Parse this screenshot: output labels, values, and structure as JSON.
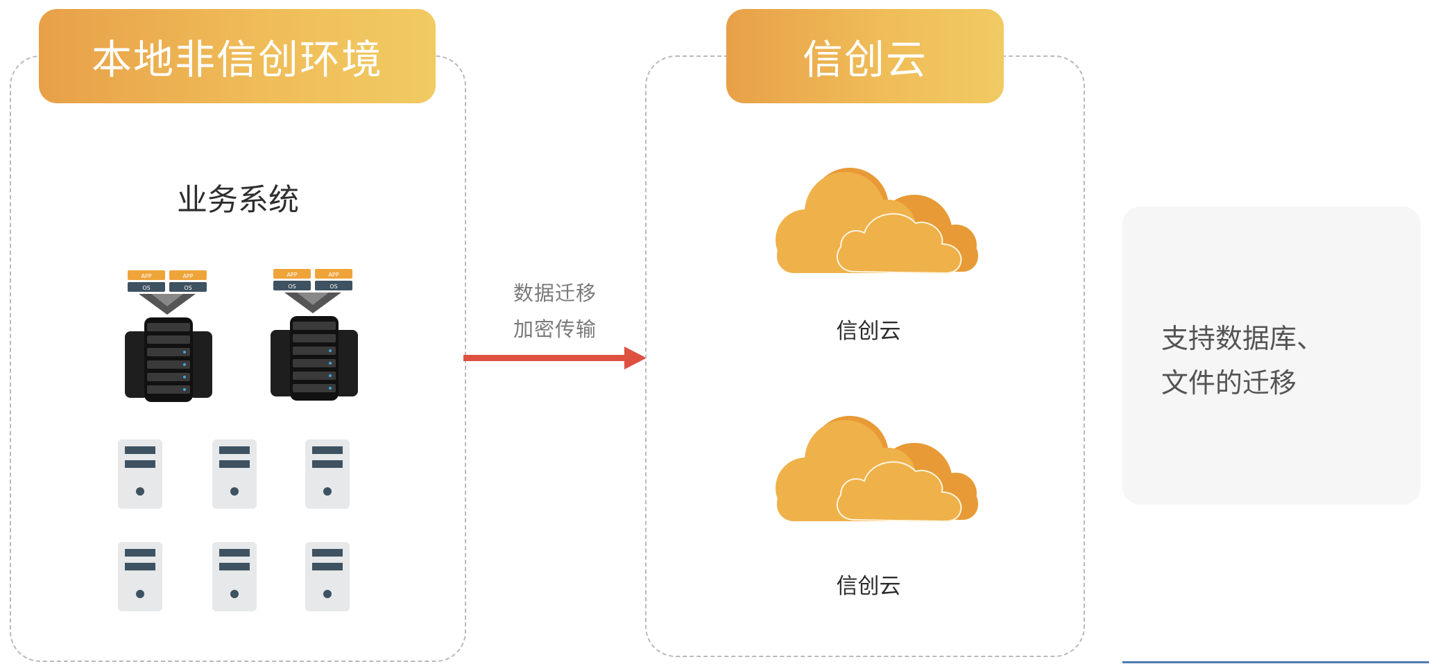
{
  "left_panel": {
    "title": "本地非信创环境",
    "subtitle": "业务系统",
    "rack_app_label": "APP",
    "rack_os_label": "OS"
  },
  "transfer": {
    "line1": "数据迁移",
    "line2": "加密传输"
  },
  "right_panel": {
    "title": "信创云",
    "clouds": [
      {
        "label": "信创云"
      },
      {
        "label": "信创云"
      }
    ]
  },
  "note": {
    "line1": "支持数据库、",
    "line2": "文件的迁移"
  },
  "colors": {
    "tag_gradient_start": "#e8a048",
    "tag_gradient_end": "#f1ca62",
    "arrow": "#de5140",
    "cloud_fill": "#efb14a",
    "cloud_shadow": "#e79a35",
    "panel_border": "#b9b9b9",
    "tower_body": "#e6e8ea",
    "tower_detail": "#3e5261"
  },
  "icons": {
    "rack": "server-rack-icon",
    "tower": "server-tower-icon",
    "cloud": "cloud-icon",
    "arrow": "arrow-right-icon"
  }
}
